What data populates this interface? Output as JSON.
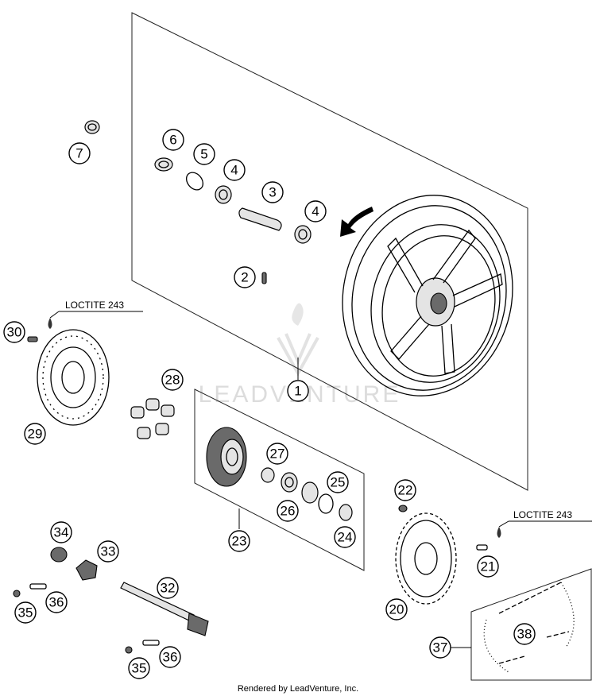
{
  "notes": {
    "loctite_left": "LOCTITE 243",
    "loctite_right": "LOCTITE 243"
  },
  "watermark": "LEADVENTURE",
  "footer": "Rendered by LeadVenture, Inc.",
  "callouts": [
    "1",
    "2",
    "3",
    "4",
    "4",
    "5",
    "6",
    "7",
    "20",
    "21",
    "22",
    "23",
    "24",
    "25",
    "26",
    "27",
    "28",
    "29",
    "30",
    "32",
    "33",
    "34",
    "35",
    "35",
    "36",
    "36",
    "37",
    "38"
  ]
}
